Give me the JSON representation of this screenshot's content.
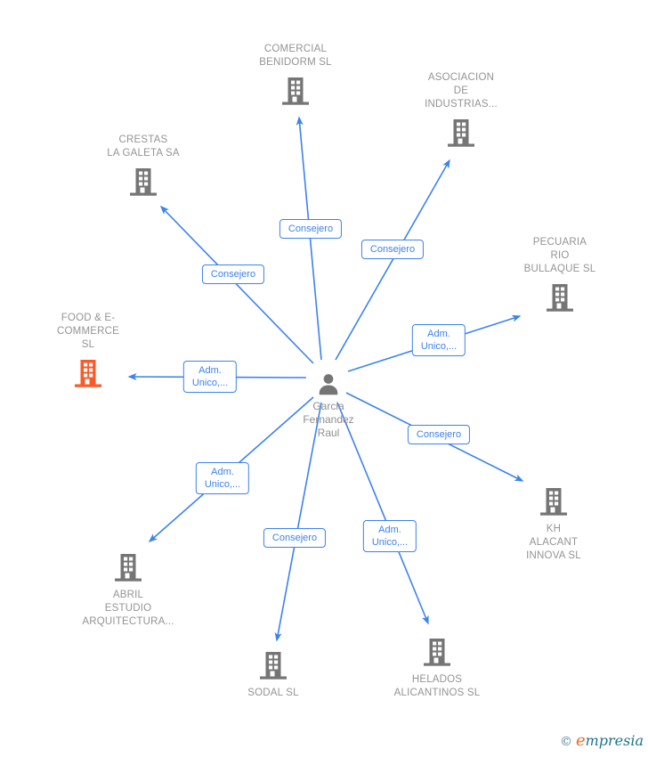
{
  "diagram": {
    "center_node": {
      "label": "Garcia\nFernandez\nRaul"
    },
    "companies": [
      {
        "id": "comercial-benidorm",
        "label": "COMERCIAL\nBENIDORM SL"
      },
      {
        "id": "asociacion-industrias",
        "label": "ASOCIACION\nDE\nINDUSTRIAS..."
      },
      {
        "id": "crestas-la-galeta",
        "label": "CRESTAS\nLA GALETA SA"
      },
      {
        "id": "pecuaria-rio-bullaque",
        "label": "PECUARIA\nRIO\nBULLAQUE SL"
      },
      {
        "id": "food-e-commerce",
        "label": "FOOD & E-\nCOMMERCE\nSL",
        "highlight": true
      },
      {
        "id": "kh-alacant-innova",
        "label": "KH\nALACANT\nINNOVA SL"
      },
      {
        "id": "abril-estudio",
        "label": "ABRIL\nESTUDIO\nARQUITECTURA..."
      },
      {
        "id": "sodal",
        "label": "SODAL SL"
      },
      {
        "id": "helados-alicantinos",
        "label": "HELADOS\nALICANTINOS SL"
      }
    ],
    "edge_labels": [
      "Consejero",
      "Consejero",
      "Consejero",
      "Adm.\nUnico,...",
      "Adm.\nUnico,...",
      "Consejero",
      "Adm.\nUnico,...",
      "Consejero",
      "Adm.\nUnico,..."
    ],
    "colors": {
      "edge_blue": "#3C82F0",
      "icon_gray": "#757575",
      "highlight_orange": "#FA5A28",
      "label_gray": "#949494"
    }
  },
  "footer": {
    "copyright": "©",
    "brand_first_letter": "e",
    "brand_rest": "mpresia"
  }
}
